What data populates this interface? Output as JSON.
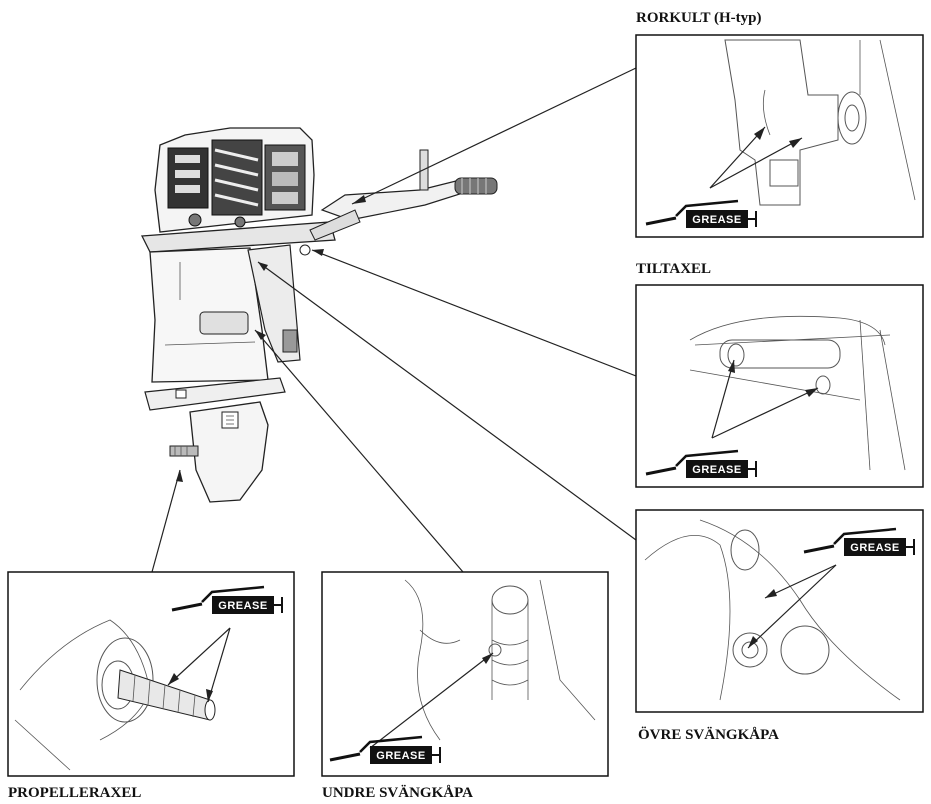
{
  "labels": {
    "rorkult": "RORKULT (H-typ)",
    "tiltaxel": "TILTAXEL",
    "ovre": "ÖVRE SVÄNGKÅPA",
    "propeller": "PROPELLERAXEL",
    "undre": "UNDRE SVÄNGKÅPA"
  },
  "grease": {
    "rorkult": "GREASE",
    "tiltaxel": "GREASE",
    "ovre": "GREASE",
    "propeller": "GREASE",
    "undre": "GREASE"
  },
  "icons": [
    "grease-gun-icon",
    "outboard-motor-drawing"
  ]
}
